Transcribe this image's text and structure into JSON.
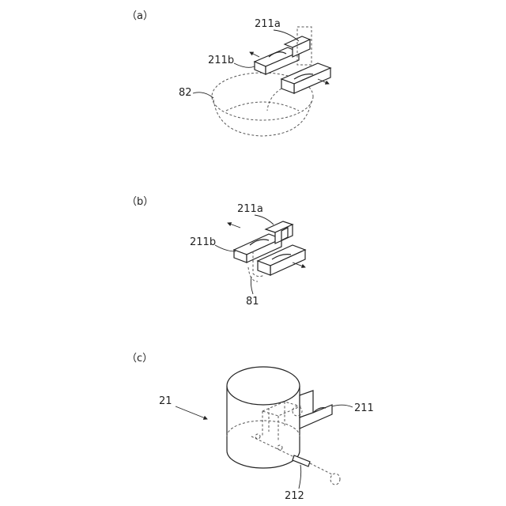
{
  "panels": [
    {
      "tag": "（a）",
      "labels": {
        "part_a": "211a",
        "part_b": "211b",
        "ring": "82"
      }
    },
    {
      "tag": "（b）",
      "labels": {
        "part_a": "211a",
        "part_b": "211b",
        "pin": "81"
      }
    },
    {
      "tag": "（c）",
      "labels": {
        "unit": "21",
        "holder": "211",
        "shaft": "212"
      }
    }
  ]
}
